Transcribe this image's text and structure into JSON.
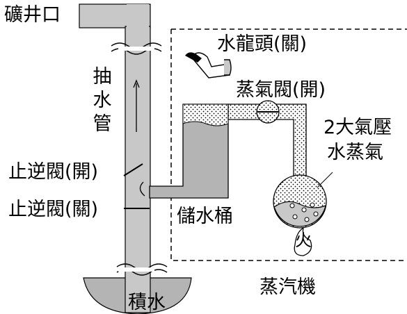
{
  "labels": {
    "mine_entrance": "礦井口",
    "suction_pipe": "抽水管",
    "faucet": "水龍頭(關)",
    "steam_valve": "蒸氣閥(開)",
    "steam_pressure_line1": "2大氣壓",
    "steam_pressure_line2": "水蒸氣",
    "check_valve_open": "止逆閥(開)",
    "check_valve_closed": "止逆閥(關)",
    "storage_tank": "儲水桶",
    "fire": "火",
    "groundwater": "積水",
    "steam_engine": "蒸汽機"
  },
  "colors": {
    "pipe_fill": "#c8c8c8",
    "outline": "#000000",
    "water_fill": "#b4b4b4",
    "background": "#ffffff"
  }
}
